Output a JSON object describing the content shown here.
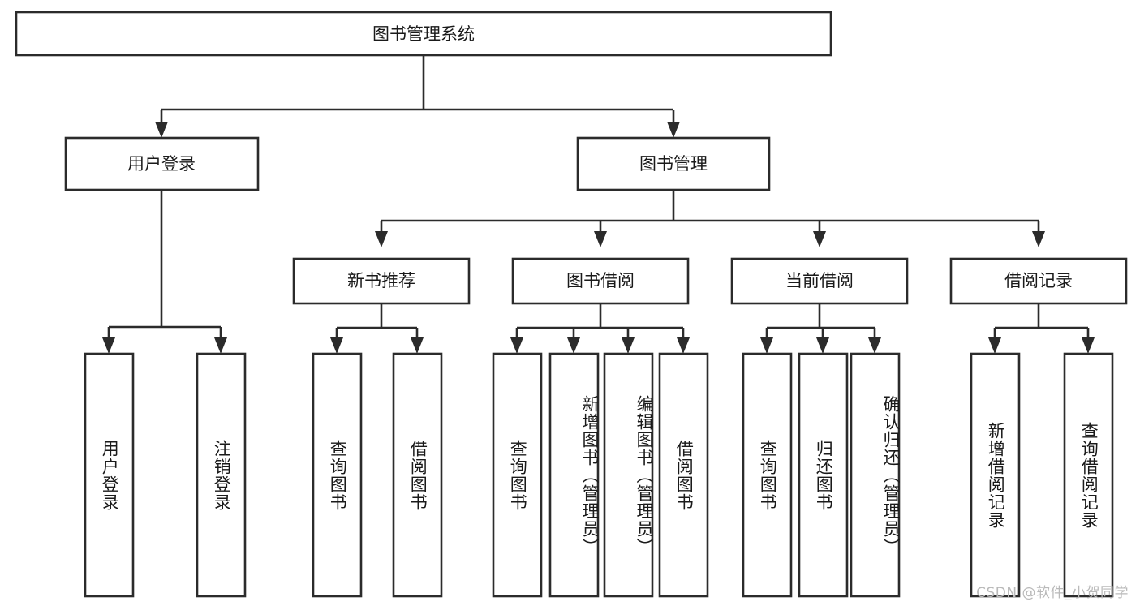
{
  "diagram": {
    "type": "tree-hierarchy",
    "title": "图书管理系统功能结构图",
    "orientation": "top-down",
    "root": {
      "id": "root",
      "label": "图书管理系统",
      "text_orientation": "horizontal"
    },
    "level2": [
      {
        "id": "user-login",
        "label": "用户登录",
        "text_orientation": "horizontal"
      },
      {
        "id": "book-manage",
        "label": "图书管理",
        "text_orientation": "horizontal"
      }
    ],
    "level3": [
      {
        "id": "new-book-recommend",
        "label": "新书推荐",
        "text_orientation": "horizontal",
        "parent": "book-manage"
      },
      {
        "id": "book-borrow",
        "label": "图书借阅",
        "text_orientation": "horizontal",
        "parent": "book-manage"
      },
      {
        "id": "current-borrow",
        "label": "当前借阅",
        "text_orientation": "horizontal",
        "parent": "book-manage"
      },
      {
        "id": "borrow-record",
        "label": "借阅记录",
        "text_orientation": "horizontal",
        "parent": "book-manage"
      }
    ],
    "leaves": [
      {
        "id": "leaf-user-login",
        "label": "用户登录",
        "parent": "user-login",
        "text_orientation": "vertical"
      },
      {
        "id": "leaf-logout",
        "label": "注销登录",
        "parent": "user-login",
        "text_orientation": "vertical"
      },
      {
        "id": "leaf-query-book-1",
        "label": "查询图书",
        "parent": "new-book-recommend",
        "text_orientation": "vertical"
      },
      {
        "id": "leaf-borrow-book-1",
        "label": "借阅图书",
        "parent": "new-book-recommend",
        "text_orientation": "vertical"
      },
      {
        "id": "leaf-query-book-2",
        "label": "查询图书",
        "parent": "book-borrow",
        "text_orientation": "vertical"
      },
      {
        "id": "leaf-add-book",
        "label": "新增图书（管理员）",
        "parent": "book-borrow",
        "text_orientation": "vertical"
      },
      {
        "id": "leaf-edit-book",
        "label": "编辑图书（管理员）",
        "parent": "book-borrow",
        "text_orientation": "vertical"
      },
      {
        "id": "leaf-borrow-book-2",
        "label": "借阅图书",
        "parent": "book-borrow",
        "text_orientation": "vertical"
      },
      {
        "id": "leaf-query-book-3",
        "label": "查询图书",
        "parent": "current-borrow",
        "text_orientation": "vertical"
      },
      {
        "id": "leaf-return-book",
        "label": "归还图书",
        "parent": "current-borrow",
        "text_orientation": "vertical"
      },
      {
        "id": "leaf-confirm-return",
        "label": "确认归还（管理员）",
        "parent": "current-borrow",
        "text_orientation": "vertical"
      },
      {
        "id": "leaf-add-record",
        "label": "新增借阅记录",
        "parent": "borrow-record",
        "text_orientation": "vertical"
      },
      {
        "id": "leaf-query-record",
        "label": "查询借阅记录",
        "parent": "borrow-record",
        "text_orientation": "vertical"
      }
    ]
  },
  "watermark": {
    "text": "CSDN @软件_小贺同学"
  },
  "colors": {
    "stroke": "#2b2b2b",
    "fill": "#ffffff",
    "text": "#1a1a1a",
    "watermark": "#b9b9b9",
    "background": "#ffffff"
  }
}
